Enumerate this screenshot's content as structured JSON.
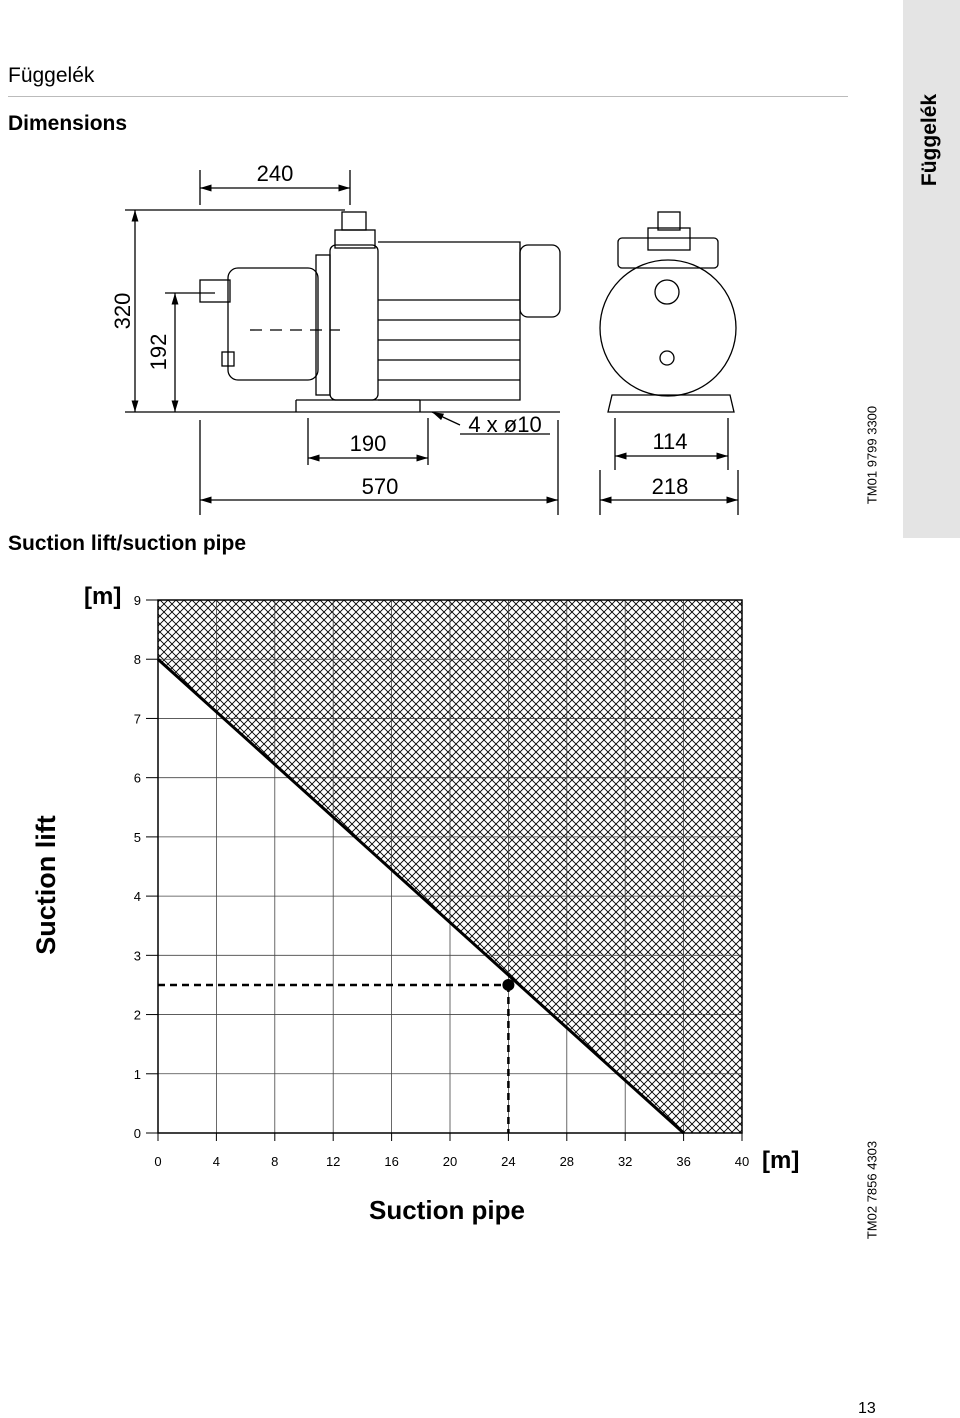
{
  "header": {
    "title": "Függelék"
  },
  "side_tab": {
    "label": "Függelék"
  },
  "sections": {
    "dimensions": "Dimensions",
    "suction": "Suction lift/suction pipe"
  },
  "drawing": {
    "dims": {
      "top_width": "240",
      "height_total": "320",
      "height_axis": "192",
      "foot_spacing": "190",
      "holes": "4 x ø10",
      "length": "570",
      "side_foot": "114",
      "side_width": "218"
    },
    "code": "TM01 9799 3300"
  },
  "chart_data": {
    "type": "line",
    "title": "",
    "xlabel": "Suction pipe",
    "ylabel": "Suction lift",
    "xunit": "[m]",
    "yunit": "[m]",
    "x_ticks": [
      "0",
      "4",
      "8",
      "12",
      "16",
      "20",
      "24",
      "28",
      "32",
      "36",
      "40"
    ],
    "y_ticks": [
      "0",
      "1",
      "2",
      "3",
      "4",
      "5",
      "6",
      "7",
      "8",
      "9"
    ],
    "xlim": [
      0,
      40
    ],
    "ylim": [
      0,
      9
    ],
    "grid": true,
    "series": [
      {
        "x": [
          0,
          36
        ],
        "y": [
          8,
          0
        ]
      }
    ],
    "example_point": {
      "x": 24,
      "y": 2.5
    },
    "shaded_region": "above line (not permissible)",
    "code": "TM02 7856 4303"
  },
  "page_number": "13"
}
